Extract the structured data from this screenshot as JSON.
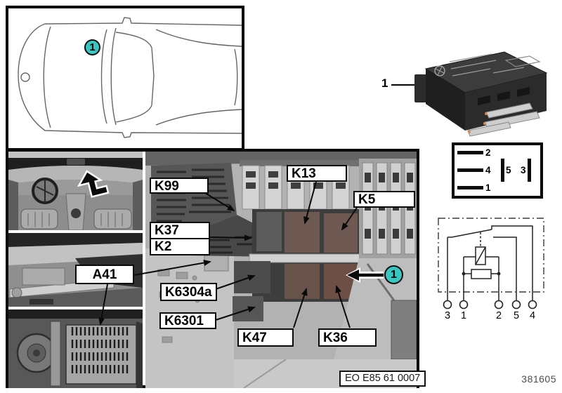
{
  "figure_number": "381605",
  "car_view": {
    "callout": "1"
  },
  "photo": {
    "caption": "EO E85 61 0007",
    "callout": "1",
    "labels": {
      "k99": "K99",
      "k37": "K37",
      "k2": "K2",
      "a41": "A41",
      "k6304a": "K6304a",
      "k6301": "K6301",
      "k47": "K47",
      "k36": "K36",
      "k13": "K13",
      "k5": "K5"
    }
  },
  "relay_view": {
    "callout": "1"
  },
  "pin_diagram": {
    "left_pins": [
      "2",
      "4",
      "1"
    ],
    "center_pin": "5",
    "right_pin": "3"
  },
  "schematic": {
    "terminals": [
      "3",
      "1",
      "2",
      "5",
      "4"
    ]
  }
}
